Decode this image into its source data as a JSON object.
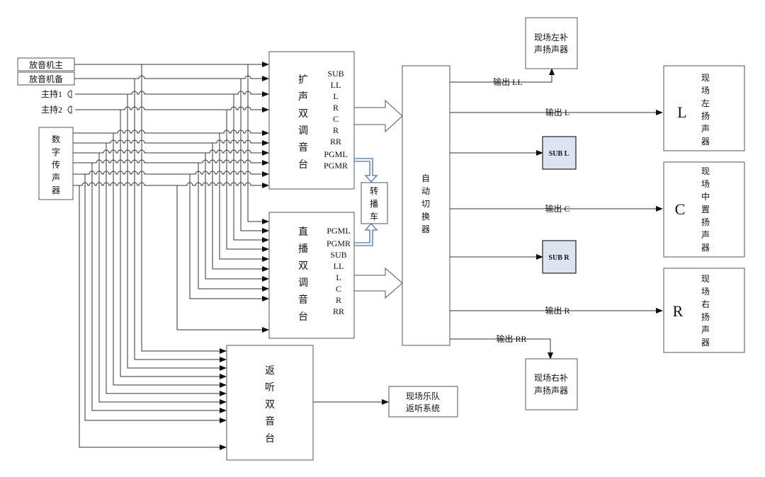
{
  "sources": {
    "player_main": "放音机主",
    "player_backup": "放音机备",
    "host1": "主持1",
    "host2": "主持2",
    "digital_mic": [
      "数",
      "字",
      "传",
      "声",
      "器"
    ]
  },
  "pa_console": {
    "title": [
      "扩",
      "声",
      "双",
      "调",
      "音",
      "台"
    ],
    "outputs": [
      "SUB",
      "LL",
      "L",
      "R",
      "C",
      "R",
      "RR",
      "PGML",
      "PGMR"
    ]
  },
  "broadcast_console": {
    "title": [
      "直",
      "播",
      "双",
      "调",
      "音",
      "台"
    ],
    "outputs": [
      "PGML",
      "PGMR",
      "SUB",
      "LL",
      "L",
      "C",
      "R",
      "RR"
    ]
  },
  "relay_van": [
    "转",
    "播",
    "车"
  ],
  "monitor_console": [
    "返",
    "听",
    "双",
    "音",
    "台"
  ],
  "band_monitor": [
    "现场乐队",
    "返听系统"
  ],
  "auto_switcher": [
    "自",
    "动",
    "切",
    "换",
    "器"
  ],
  "switch_outputs": {
    "ll": "输出 LL",
    "l": "输出 L",
    "c": "输出 C",
    "r": "输出 R",
    "rr": "输出 RR"
  },
  "sub_boxes": {
    "sub_l": "SUB L",
    "sub_r": "SUB R"
  },
  "left_fill": [
    "现场左补",
    "声扬声器"
  ],
  "right_fill": [
    "现场右补",
    "声扬声器"
  ],
  "speaker_l": {
    "letter": "L",
    "label": [
      "现",
      "场",
      "左",
      "扬",
      "声",
      "器"
    ]
  },
  "speaker_c": {
    "letter": "C",
    "label": [
      "现",
      "场",
      "中",
      "置",
      "扬",
      "声",
      "器"
    ]
  },
  "speaker_r": {
    "letter": "R",
    "label": [
      "现",
      "场",
      "右",
      "扬",
      "声",
      "器"
    ]
  },
  "colors": {
    "line": "#333333",
    "blue_fill": "#dbe4f0",
    "blue_arrow": "#6a8cc0"
  }
}
